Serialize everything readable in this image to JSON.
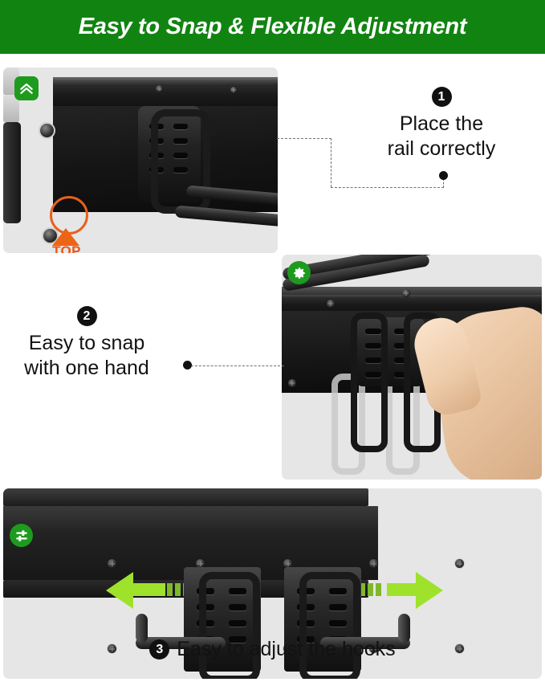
{
  "header": {
    "title": "Easy to Snap & Flexible Adjustment",
    "background_color": "#118311",
    "text_color": "#ffffff"
  },
  "badges": [
    {
      "id": "top",
      "icon": "double-chevron-up-icon",
      "shape": "rounded-square",
      "color": "#1e9b1e"
    },
    {
      "id": "snap",
      "icon": "gear-icon",
      "shape": "circle",
      "color": "#1e9b1e"
    },
    {
      "id": "adjust",
      "icon": "sliders-icon",
      "shape": "circle",
      "color": "#1e9b1e"
    }
  ],
  "panels": {
    "one": {
      "label": "rail-mounting-photo",
      "annotation": {
        "highlight_color": "#e8601c",
        "arrow_color": "#ec6517",
        "top_label": "TOP",
        "top_label_color": "#ec5517"
      }
    },
    "two": {
      "label": "hook-snap-photo"
    },
    "three": {
      "label": "hook-adjust-photo",
      "arrow_color": "#9fe22b",
      "arrow_dash_color": "#7fb82a",
      "arrow_left_direction": "left",
      "arrow_right_direction": "right"
    }
  },
  "steps": [
    {
      "number": "1",
      "text": "Place the\nrail correctly"
    },
    {
      "number": "2",
      "text": "Easy to snap\nwith one hand"
    },
    {
      "number": "3",
      "text": "Easy to adjust the hooks"
    }
  ]
}
